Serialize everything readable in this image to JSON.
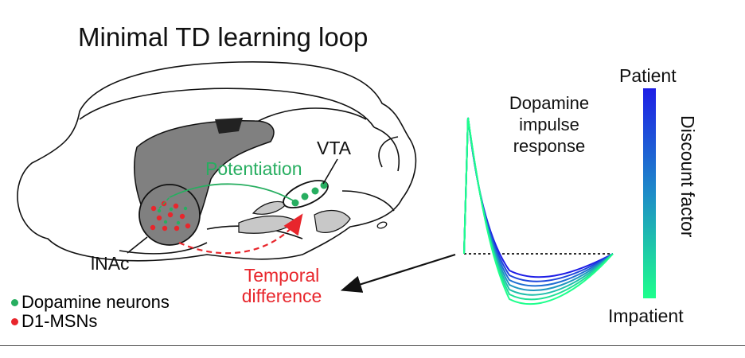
{
  "title": "Minimal TD learning loop",
  "labels": {
    "vta": "VTA",
    "potentiation": "Potentiation",
    "inac": "lNAc",
    "temporal_difference": "Temporal difference",
    "dopamine_response": "Dopamine impulse response",
    "patient": "Patient",
    "impatient": "Impatient",
    "discount_factor": "Discount factor"
  },
  "legend": [
    {
      "label": "Dopamine neurons",
      "color": "#27ae60"
    },
    {
      "label": "D1-MSNs",
      "color": "#e8262c"
    }
  ],
  "colors": {
    "dopamine_green": "#27ae60",
    "msn_red": "#e8262c",
    "gradient_top": "#1e1ee6",
    "gradient_bottom": "#1eff8c",
    "brain_gray": "#808080",
    "light_gray": "#c8c8c8"
  },
  "chart_data": {
    "type": "line",
    "title": "Dopamine impulse response",
    "description_colorbar": [
      "Patient",
      "Impatient"
    ],
    "series_count": 7
  }
}
